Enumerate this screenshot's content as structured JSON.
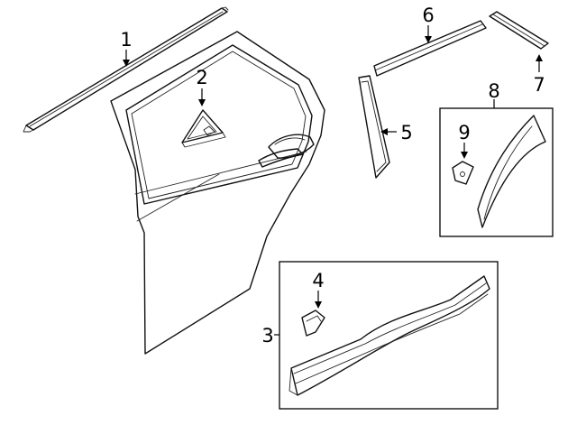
{
  "diagram": {
    "callouts": [
      {
        "id": "1",
        "label": "1"
      },
      {
        "id": "2",
        "label": "2"
      },
      {
        "id": "3",
        "label": "3"
      },
      {
        "id": "4",
        "label": "4"
      },
      {
        "id": "5",
        "label": "5"
      },
      {
        "id": "6",
        "label": "6"
      },
      {
        "id": "7",
        "label": "7"
      },
      {
        "id": "8",
        "label": "8"
      },
      {
        "id": "9",
        "label": "9"
      }
    ],
    "parts": [
      {
        "callout": "1",
        "icon": "belt-molding-icon"
      },
      {
        "callout": "2",
        "icon": "corner-trim-icon"
      },
      {
        "callout": "3",
        "icon": "door-cladding-assembly-icon"
      },
      {
        "callout": "4",
        "icon": "clip-icon"
      },
      {
        "callout": "5",
        "icon": "pillar-applique-icon"
      },
      {
        "callout": "6",
        "icon": "frame-molding-icon"
      },
      {
        "callout": "7",
        "icon": "frame-molding-rear-icon"
      },
      {
        "callout": "8",
        "icon": "wheel-arch-molding-assembly-icon"
      },
      {
        "callout": "9",
        "icon": "clip-icon"
      },
      {
        "callout": "",
        "icon": "rear-door-panel-icon"
      }
    ]
  }
}
